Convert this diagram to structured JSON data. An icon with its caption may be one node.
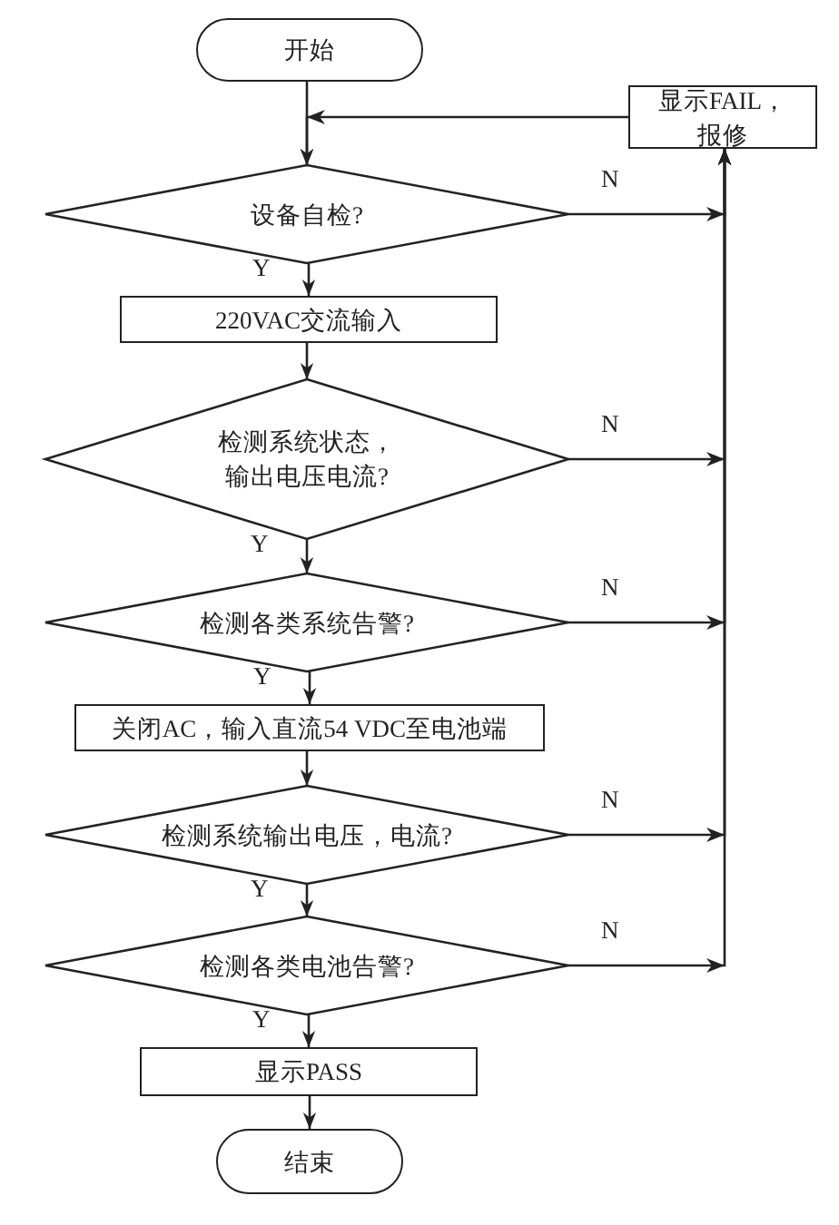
{
  "diagram": {
    "nodes": [
      {
        "text": [
          "开始"
        ]
      },
      {
        "text": [
          "显示FAIL，报修"
        ]
      },
      {
        "text": [
          "设备自检?"
        ]
      },
      {
        "text": [
          "220VAC交流输入"
        ]
      },
      {
        "text": [
          "检测系统状态，输出电压电流?"
        ]
      },
      {
        "text": [
          "检测各类系统告警?"
        ]
      },
      {
        "text": [
          "关闭AC，输入直流54 VDC至电池端"
        ]
      },
      {
        "text": [
          "检测系统输出电压，电流?"
        ]
      },
      {
        "text": [
          "检测各类电池告警?"
        ]
      },
      {
        "text": [
          "显示PASS"
        ]
      },
      {
        "text": [
          "结束"
        ]
      }
    ],
    "edges": [
      {
        "from": 0,
        "to": 2,
        "arrow": "to"
      },
      {
        "from": 1,
        "to": 2,
        "arrow": "to"
      },
      {
        "from": 2,
        "to": 3,
        "arrow": "to",
        "label": "Y"
      },
      {
        "from": 3,
        "to": 4,
        "arrow": "to"
      },
      {
        "from": 4,
        "to": 5,
        "arrow": "to",
        "label": "Y"
      },
      {
        "from": 5,
        "to": 6,
        "arrow": "to",
        "label": "Y"
      },
      {
        "from": 6,
        "to": 7,
        "arrow": "to"
      },
      {
        "from": 7,
        "to": 8,
        "arrow": "to",
        "label": "Y"
      },
      {
        "from": 8,
        "to": 9,
        "arrow": "to",
        "label": "Y"
      },
      {
        "from": 9,
        "to": 10,
        "arrow": "to"
      },
      {
        "from": 2,
        "to": 1,
        "arrow": "to",
        "label": "N"
      },
      {
        "from": 4,
        "to": 1,
        "arrow": "to",
        "label": "N"
      },
      {
        "from": 5,
        "to": 1,
        "arrow": "to",
        "label": "N"
      },
      {
        "from": 7,
        "to": 1,
        "arrow": "to",
        "label": "N"
      },
      {
        "from": 8,
        "to": 1,
        "arrow": "to",
        "label": "N"
      }
    ]
  }
}
